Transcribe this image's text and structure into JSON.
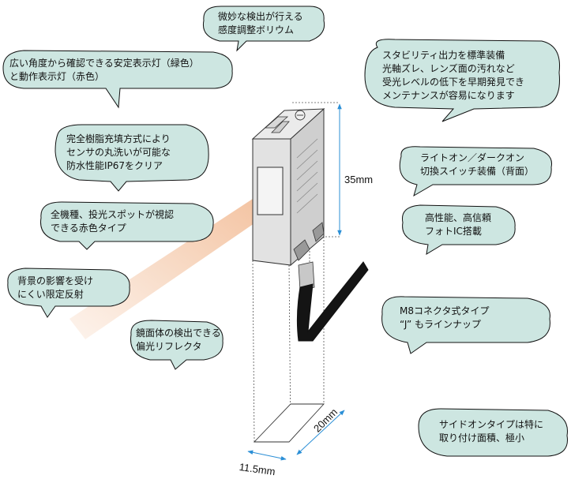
{
  "callouts": {
    "volume": [
      "微妙な検出が行える",
      "感度調整ボリウム"
    ],
    "indicator": [
      "広い角度から確認できる安定表示灯（緑色）",
      "と動作表示灯（赤色）"
    ],
    "stability": [
      "スタビリティ出力を標準装備",
      "光軸ズレ、レンズ面の汚れなど",
      "受光レベルの低下を早期発見でき",
      "メンテナンスが容易になります"
    ],
    "waterproof": [
      "完全樹脂充填方式により",
      "センサの丸洗いが可能な",
      "防水性能IP67をクリア"
    ],
    "switch": [
      "ライトオン／ダークオン",
      "切換スイッチ装備（背面）"
    ],
    "redlight": [
      "全機種、投光スポットが視認",
      "できる赤色タイプ"
    ],
    "ic": [
      "高性能、高信頼",
      "フォトIC搭載"
    ],
    "background": [
      "背景の影響を受け",
      "にくい限定反射"
    ],
    "connector": [
      "M8コネクタ式タイプ",
      "“J” もラインナップ"
    ],
    "mirror": [
      "鏡面体の検出できる",
      "偏光リフレクタ"
    ],
    "sideon": [
      "サイドオンタイプは特に",
      "取り付け面積、極小"
    ]
  },
  "dimensions": {
    "height": "35mm",
    "depth": "20mm",
    "width": "11.5mm"
  },
  "colors": {
    "bubble_fill": "#cde6e1",
    "bubble_stroke": "#111111",
    "body_fill": "#e0e0e0",
    "dim_line": "#2b8fd6",
    "beam": "#f5c9aa",
    "cable": "#111111"
  }
}
